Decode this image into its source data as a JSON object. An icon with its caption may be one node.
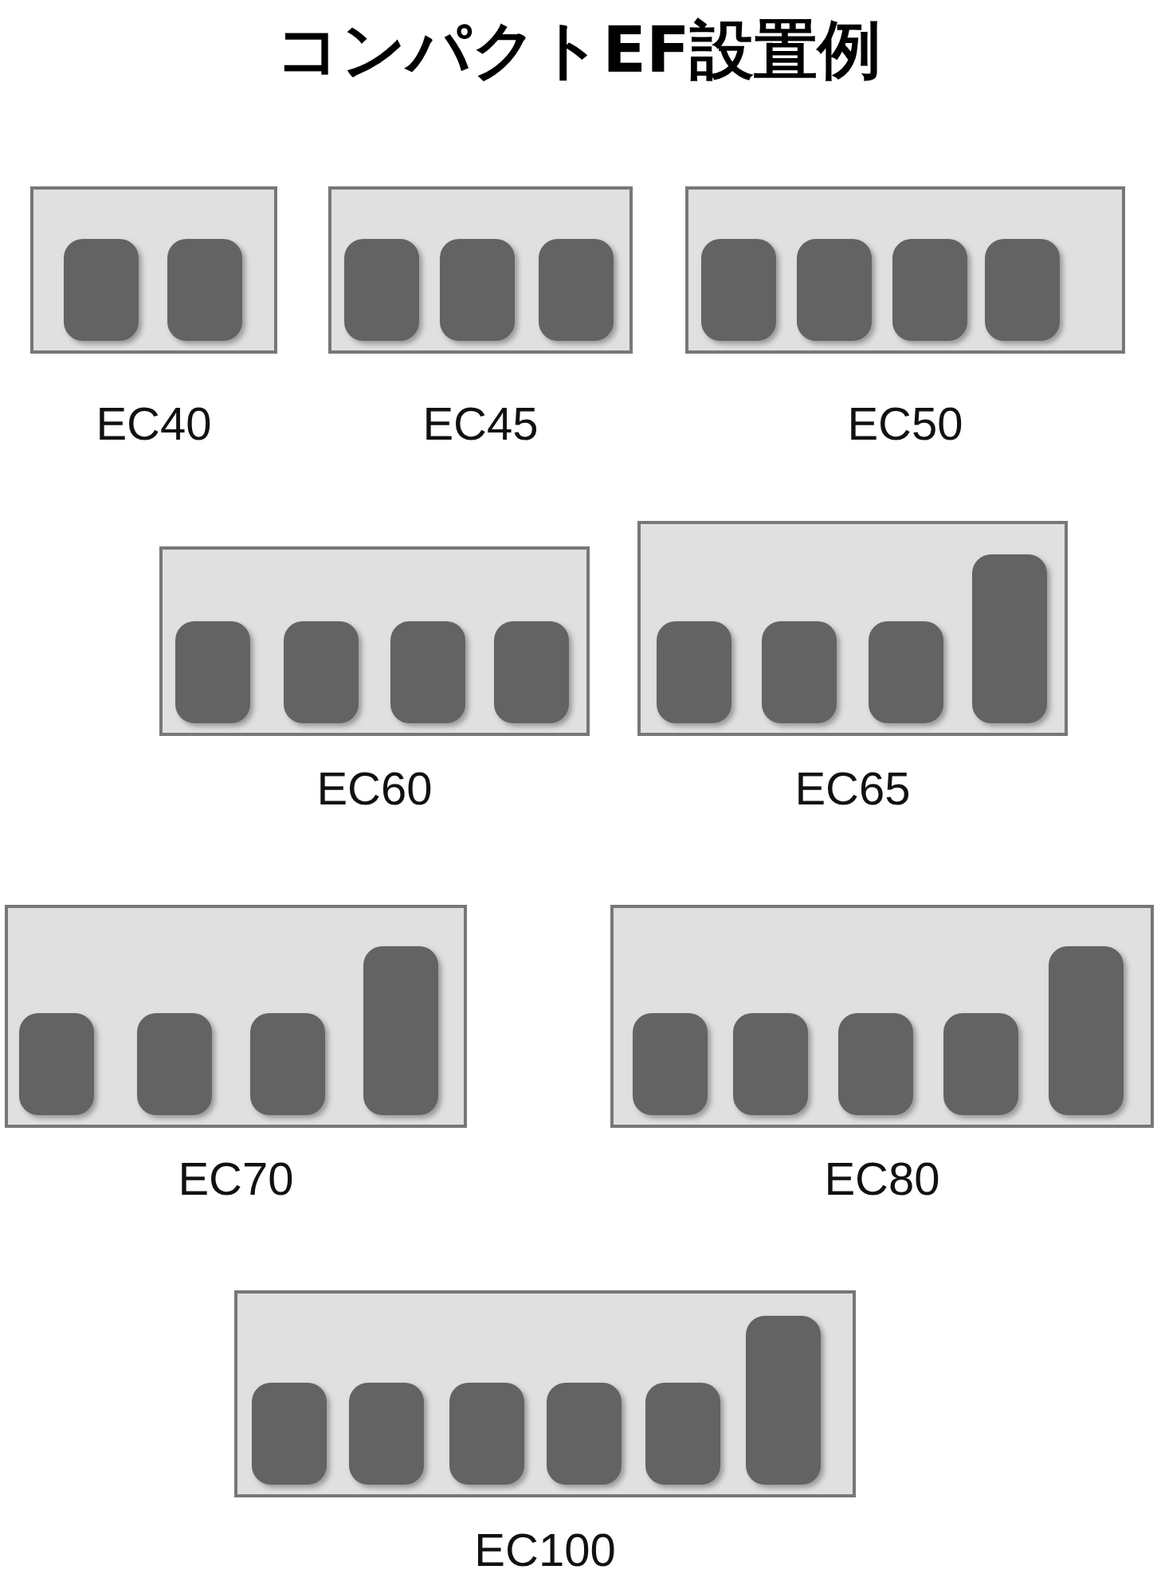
{
  "diagram": {
    "title": "コンパクトEF設置例",
    "nodes": [
      {
        "text": [
          "EC40"
        ]
      },
      {
        "text": [],
        "shape": "box",
        "in": 0
      },
      {
        "text": [],
        "shape": "box",
        "in": 0
      },
      {
        "text": [
          "EC45"
        ]
      },
      {
        "text": [],
        "shape": "box",
        "in": 3
      },
      {
        "text": [],
        "shape": "box",
        "in": 3
      },
      {
        "text": [],
        "shape": "box",
        "in": 3
      },
      {
        "text": [
          "EC50"
        ]
      },
      {
        "text": [],
        "shape": "box",
        "in": 7
      },
      {
        "text": [],
        "shape": "box",
        "in": 7
      },
      {
        "text": [],
        "shape": "box",
        "in": 7
      },
      {
        "text": [],
        "shape": "box",
        "in": 7
      },
      {
        "text": [
          "EC60"
        ]
      },
      {
        "text": [],
        "shape": "box",
        "in": 12
      },
      {
        "text": [],
        "shape": "box",
        "in": 12
      },
      {
        "text": [],
        "shape": "box",
        "in": 12
      },
      {
        "text": [],
        "shape": "box",
        "in": 12
      },
      {
        "text": [
          "EC65"
        ]
      },
      {
        "text": [],
        "shape": "box",
        "in": 17
      },
      {
        "text": [],
        "shape": "box",
        "in": 17
      },
      {
        "text": [],
        "shape": "box",
        "in": 17
      },
      {
        "text": [],
        "shape": "bar",
        "in": 17
      },
      {
        "text": [
          "EC70"
        ]
      },
      {
        "text": [],
        "shape": "box",
        "in": 22
      },
      {
        "text": [],
        "shape": "box",
        "in": 22
      },
      {
        "text": [],
        "shape": "box",
        "in": 22
      },
      {
        "text": [],
        "shape": "bar",
        "in": 22
      },
      {
        "text": [
          "EC80"
        ]
      },
      {
        "text": [],
        "shape": "box",
        "in": 27
      },
      {
        "text": [],
        "shape": "box",
        "in": 27
      },
      {
        "text": [],
        "shape": "box",
        "in": 27
      },
      {
        "text": [],
        "shape": "box",
        "in": 27
      },
      {
        "text": [],
        "shape": "bar",
        "in": 27
      },
      {
        "text": [
          "EC100"
        ]
      },
      {
        "text": [],
        "shape": "box",
        "in": 33
      },
      {
        "text": [],
        "shape": "box",
        "in": 33
      },
      {
        "text": [],
        "shape": "box",
        "in": 33
      },
      {
        "text": [],
        "shape": "box",
        "in": 33
      },
      {
        "text": [],
        "shape": "box",
        "in": 33
      },
      {
        "text": [],
        "shape": "bar",
        "in": 33
      }
    ],
    "edges": []
  }
}
